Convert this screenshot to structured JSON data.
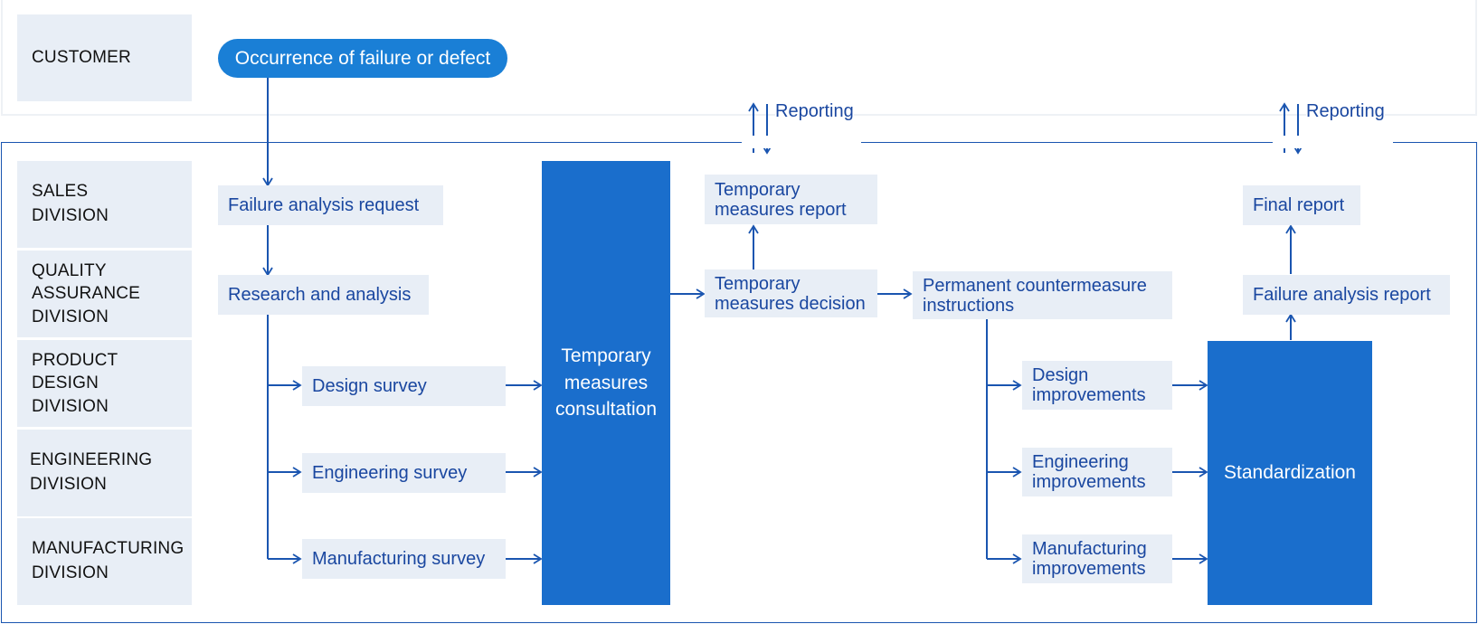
{
  "lanes": {
    "customer": "CUSTOMER",
    "sales": [
      "SALES",
      "DIVISION"
    ],
    "quality": [
      "QUALITY",
      "ASSURANCE",
      "DIVISION"
    ],
    "product_design": [
      "PRODUCT",
      "DESIGN",
      "DIVISION"
    ],
    "engineering": [
      "ENGINEERING",
      "DIVISION"
    ],
    "manufacturing": [
      "MANUFACTURING",
      "DIVISION"
    ]
  },
  "nodes": {
    "occurrence": "Occurrence of failure or defect",
    "failure_request": "Failure analysis request",
    "research": "Research and analysis",
    "design_survey": "Design survey",
    "engineering_survey": "Engineering survey",
    "manufacturing_survey": "Manufacturing survey",
    "consultation": [
      "Temporary",
      "measures",
      "consultation"
    ],
    "temp_report": [
      "Temporary",
      "measures report"
    ],
    "temp_decision": [
      "Temporary",
      "measures decision"
    ],
    "permanent": [
      "Permanent countermeasure",
      "instructions"
    ],
    "design_impr": [
      "Design",
      "improvements"
    ],
    "engineering_impr": [
      "Engineering",
      "improvements"
    ],
    "manufacturing_impr": [
      "Manufacturing",
      "improvements"
    ],
    "standardization": "Standardization",
    "final_report": "Final report",
    "failure_report": "Failure analysis report"
  },
  "reporting": [
    "Reporting",
    "Reporting"
  ],
  "colors": {
    "lane_bg": "#e8eef6",
    "node_text": "#1a47a0",
    "solid_fill": "#1a6ecc",
    "pill_fill": "#1a7fd6",
    "line": "#1a55b0"
  }
}
